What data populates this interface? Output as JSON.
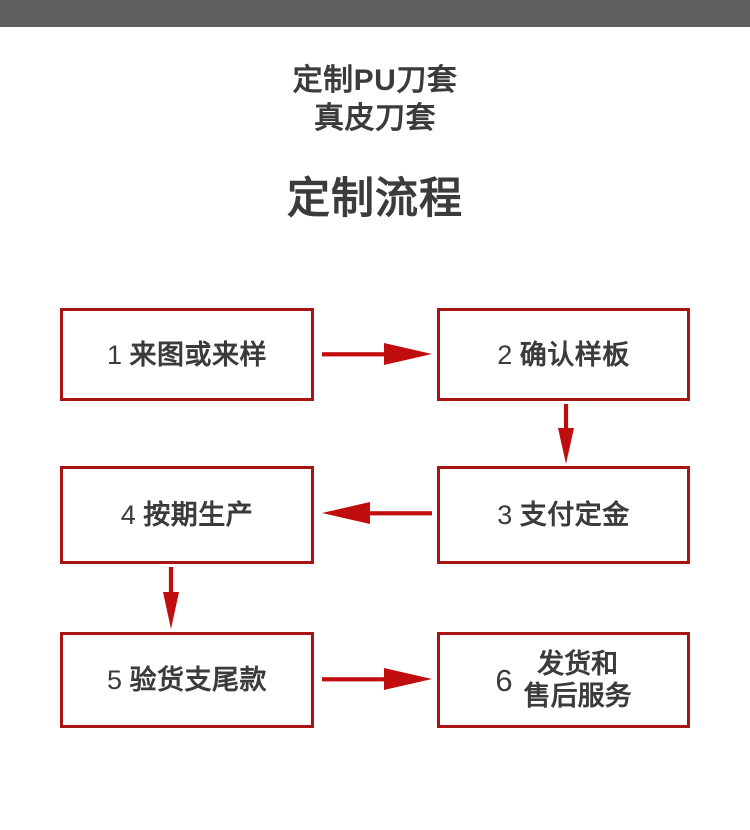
{
  "page": {
    "background_color": "#ffffff",
    "top_bar_color": "#5e5e5e",
    "accent_color": "#a81414",
    "arrow_color": "#c00d0d",
    "text_color": "#3b3b3b"
  },
  "header": {
    "subtitle_line_1": "定制PU刀套",
    "subtitle_line_2": "真皮刀套",
    "title": "定制流程"
  },
  "flow": {
    "steps": [
      {
        "id": "step-1",
        "number": "1",
        "label": "来图或来样"
      },
      {
        "id": "step-2",
        "number": "2",
        "label": "确认样板"
      },
      {
        "id": "step-3",
        "number": "3",
        "label": "支付定金"
      },
      {
        "id": "step-4",
        "number": "4",
        "label": "按期生产"
      },
      {
        "id": "step-5",
        "number": "5",
        "label": "验货支尾款"
      },
      {
        "id": "step-6",
        "number": "6",
        "label_line_1": "发货和",
        "label_line_2": "售后服务"
      }
    ],
    "connectors": [
      {
        "id": "arrow-1-2",
        "from": "1",
        "to": "2",
        "direction": "right"
      },
      {
        "id": "arrow-2-3",
        "from": "2",
        "to": "3",
        "direction": "down"
      },
      {
        "id": "arrow-3-4",
        "from": "3",
        "to": "4",
        "direction": "left"
      },
      {
        "id": "arrow-4-5",
        "from": "4",
        "to": "5",
        "direction": "down"
      },
      {
        "id": "arrow-5-6",
        "from": "5",
        "to": "6",
        "direction": "right"
      }
    ]
  }
}
